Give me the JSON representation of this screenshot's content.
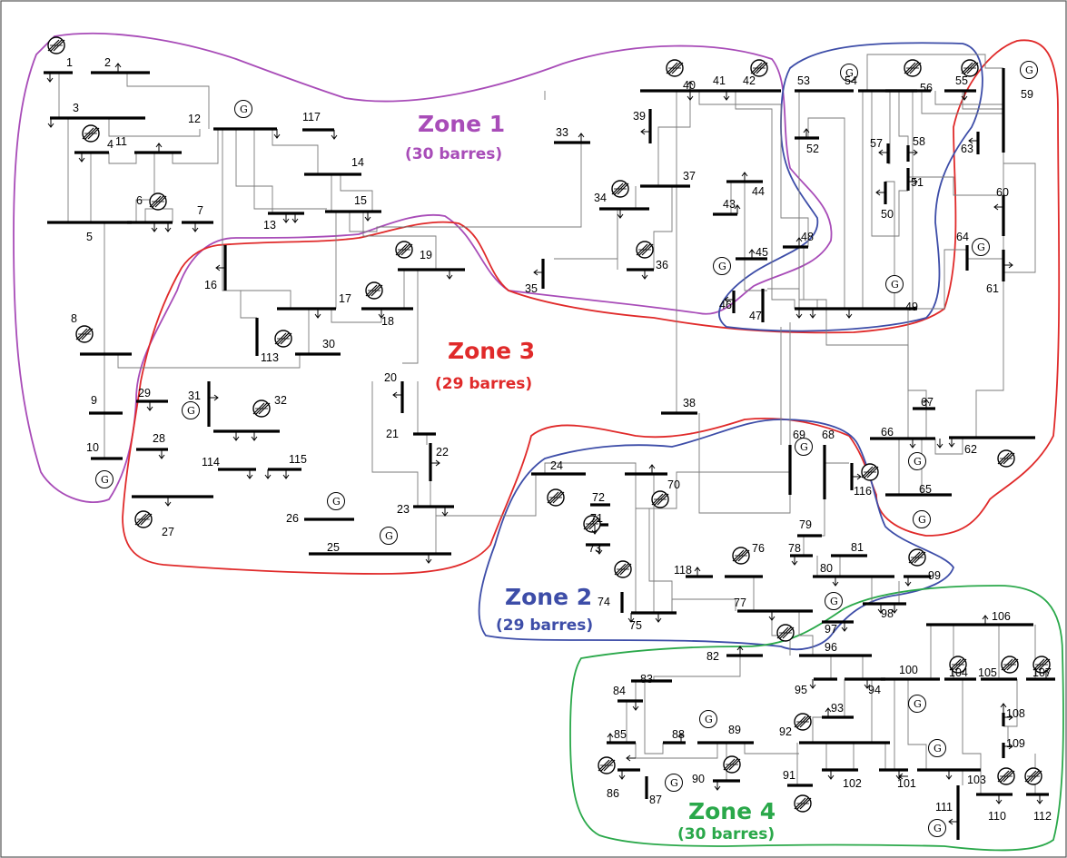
{
  "colors": {
    "zone1": "#a84cb8",
    "zone2": "#3d4da8",
    "zone3": "#e02a2a",
    "zone4": "#2aa84a",
    "bus": "#000000",
    "line": "#7a7a7a"
  },
  "zones": [
    {
      "id": "zone1",
      "title": "Zone 1",
      "subtitle": "(30 barres)"
    },
    {
      "id": "zone2",
      "title": "Zone 2",
      "subtitle": "(29 barres)"
    },
    {
      "id": "zone3",
      "title": "Zone 3",
      "subtitle": "(29 barres)"
    },
    {
      "id": "zone4",
      "title": "Zone 4",
      "subtitle": "(30 barres)"
    }
  ],
  "generator_symbol": "G",
  "buses": [
    "1",
    "2",
    "3",
    "4",
    "5",
    "6",
    "7",
    "8",
    "9",
    "10",
    "11",
    "12",
    "13",
    "14",
    "15",
    "16",
    "17",
    "18",
    "19",
    "20",
    "21",
    "22",
    "23",
    "24",
    "25",
    "26",
    "27",
    "28",
    "29",
    "30",
    "31",
    "32",
    "33",
    "34",
    "35",
    "36",
    "37",
    "38",
    "39",
    "40",
    "41",
    "42",
    "43",
    "44",
    "45",
    "46",
    "47",
    "48",
    "49",
    "50",
    "51",
    "52",
    "53",
    "54",
    "55",
    "56",
    "57",
    "58",
    "59",
    "60",
    "61",
    "62",
    "63",
    "64",
    "65",
    "66",
    "67",
    "68",
    "69",
    "70",
    "71",
    "72",
    "73",
    "74",
    "75",
    "76",
    "77",
    "78",
    "79",
    "80",
    "81",
    "82",
    "83",
    "84",
    "85",
    "86",
    "87",
    "88",
    "89",
    "90",
    "91",
    "92",
    "93",
    "94",
    "95",
    "96",
    "97",
    "98",
    "99",
    "100",
    "101",
    "102",
    "103",
    "104",
    "105",
    "106",
    "107",
    "108",
    "109",
    "110",
    "111",
    "112",
    "113",
    "114",
    "115",
    "116",
    "117",
    "118"
  ],
  "icons": {
    "generator": "generator-circle-icon",
    "synchronous_condenser": "condenser-icon",
    "load": "load-arrow-icon"
  }
}
